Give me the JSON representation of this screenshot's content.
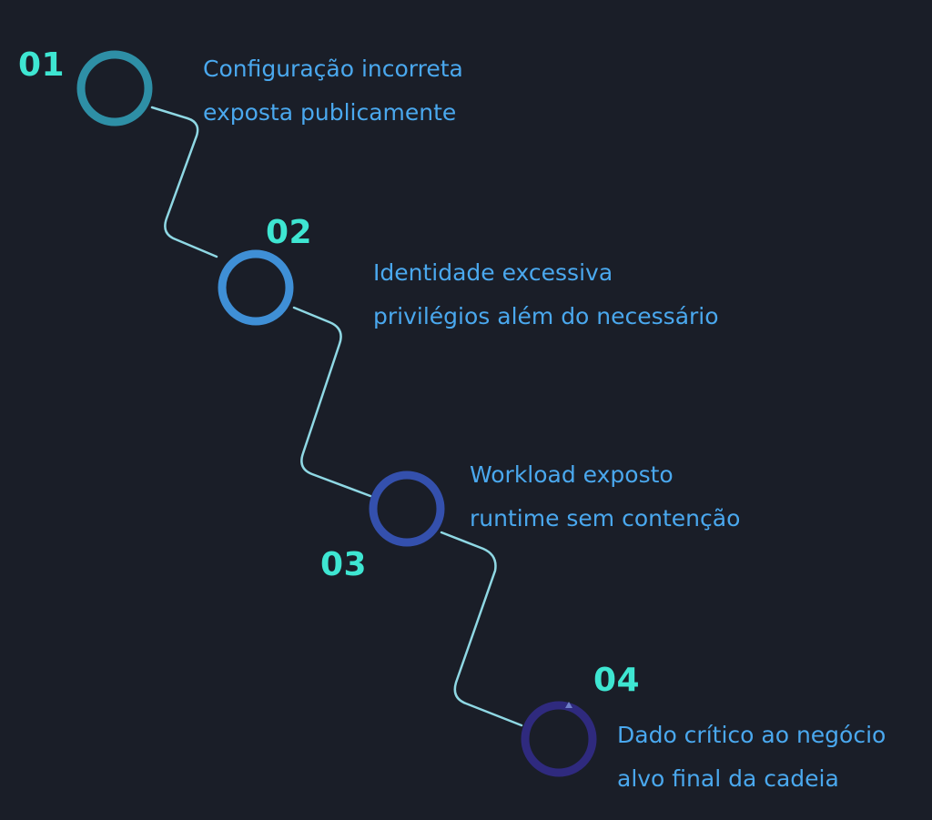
{
  "colors": {
    "background": "#1a1e28",
    "number": "#3ee6d2",
    "label": "#4aa8ee",
    "connector": "#8fd8e4"
  },
  "steps": [
    {
      "number": "01",
      "line1": "Configuração incorreta",
      "line2": "exposta publicamente",
      "ring_color": "#2e8fa6"
    },
    {
      "number": "02",
      "line1": "Identidade excessiva",
      "line2": "privilégios além do necessário",
      "ring_color": "#3f8fd6"
    },
    {
      "number": "03",
      "line1": "Workload exposto",
      "line2": "runtime sem contenção",
      "ring_color": "#3450ad"
    },
    {
      "number": "04",
      "line1": "Dado crítico ao negócio",
      "line2": "alvo final da cadeia",
      "ring_color": "#2f2a7e"
    }
  ]
}
